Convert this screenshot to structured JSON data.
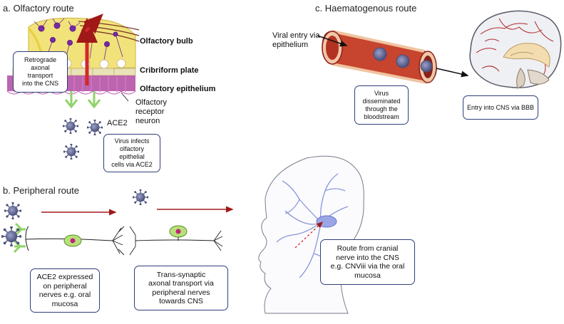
{
  "panel_a": {
    "title": "a. Olfactory route",
    "labels": {
      "bulb": "Olfactory bulb",
      "plate": "Cribriform plate",
      "epithelium": "Olfactory epithelium",
      "receptor": "Olfactory\nreceptor\nneuron",
      "ace2": "ACE2"
    },
    "box_retrograde": "Retrograde\naxonal\ntransport\ninto the CNS",
    "box_infects": "Virus infects\nolfactory\nepithelial\ncells via ACE2"
  },
  "panel_b": {
    "title": "b. Peripheral route",
    "box_ace2": "ACE2 expressed\non peripheral\nnerves e.g. oral\nmucosa",
    "box_transsynaptic": "Trans-synaptic\naxonal transport via\nperipheral nerves\ntowards CNS"
  },
  "panel_c": {
    "title": "c. Haematogenous route",
    "viral_entry": "Viral entry via\nepithelium",
    "box_disseminated": "Virus\ndisseminated\nthrough the\nbloodstream",
    "box_bbb": "Entry into CNS via BBB"
  },
  "panel_d": {
    "box_cranial": "Route from cranial\nnerve into the CNS\ne.g. CNViii via the oral\nmucosa"
  },
  "colors": {
    "box_border": "#2e3f7a",
    "arrow_red": "#a01818",
    "bulb_yellow": "#f2e27a",
    "neuron_purple": "#7a2aa8",
    "virus": "#5a5f8a",
    "receptor_green": "#8fd36a",
    "vessel_red": "#b33222",
    "nerve_blue": "#8a96d8"
  }
}
